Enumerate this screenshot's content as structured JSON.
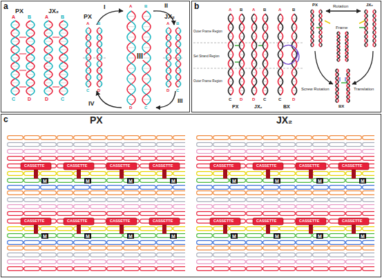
{
  "diagram": {
    "nodes": [
      {
        "text": [
          "a"
        ]
      },
      {
        "text": [
          "b"
        ]
      },
      {
        "text": [
          "c"
        ]
      }
    ],
    "labels": [
      "PX",
      "JX₂",
      "A",
      "B",
      "A",
      "B",
      "C",
      "D",
      "D",
      "C",
      "PX",
      "I",
      "II",
      "JX₂",
      "A",
      "B",
      "A",
      "B",
      "A",
      "B",
      "III",
      "C",
      "D",
      "D",
      "C",
      "D",
      "C",
      "IV",
      "III",
      "A",
      "B",
      "A",
      "B",
      "A",
      "B",
      "Outer Frame Region",
      "Set Strand Region",
      "Outer Frame Region",
      "C",
      "D",
      "D",
      "C",
      "C",
      "D",
      "PX",
      "JX₂",
      "BX",
      "PX",
      "Rotation",
      "JX₂",
      "Frame",
      "Screw Rotation",
      "Translation",
      "BX",
      "PX",
      "JX₂",
      "CASSETTE",
      "CASSETTE",
      "CASSETTE",
      "CASSETTE",
      "CASSETTE",
      "CASSETTE",
      "CASSETTE",
      "CASSETTE",
      "M",
      "M",
      "M",
      "M",
      "M",
      "M",
      "M",
      "M",
      "CASSETTE",
      "CASSETTE",
      "CASSETTE",
      "CASSETTE",
      "CASSETTE",
      "CASSETTE",
      "CASSETTE",
      "CASSETTE",
      "M",
      "M",
      "M",
      "M",
      "M",
      "M",
      "M",
      "M"
    ]
  }
}
